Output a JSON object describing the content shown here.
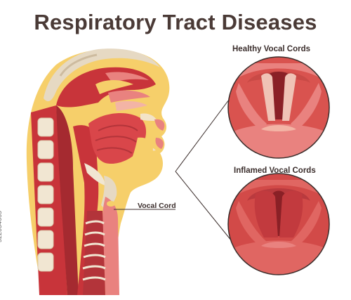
{
  "title": "Respiratory Tract Diseases",
  "labels": {
    "healthy": "Healthy Vocal Cords",
    "inflamed": "Inflamed Vocal Cords",
    "vocal_cord": "Vocal Cord"
  },
  "watermark_id": "522034665",
  "colors": {
    "title": "#4a3a36",
    "tissue_red": "#c8343a",
    "tissue_pink": "#e9827f",
    "fat_yellow": "#f6cf6a",
    "bone_beige": "#e6d9c3",
    "skin_cream": "#f7e8cf"
  }
}
